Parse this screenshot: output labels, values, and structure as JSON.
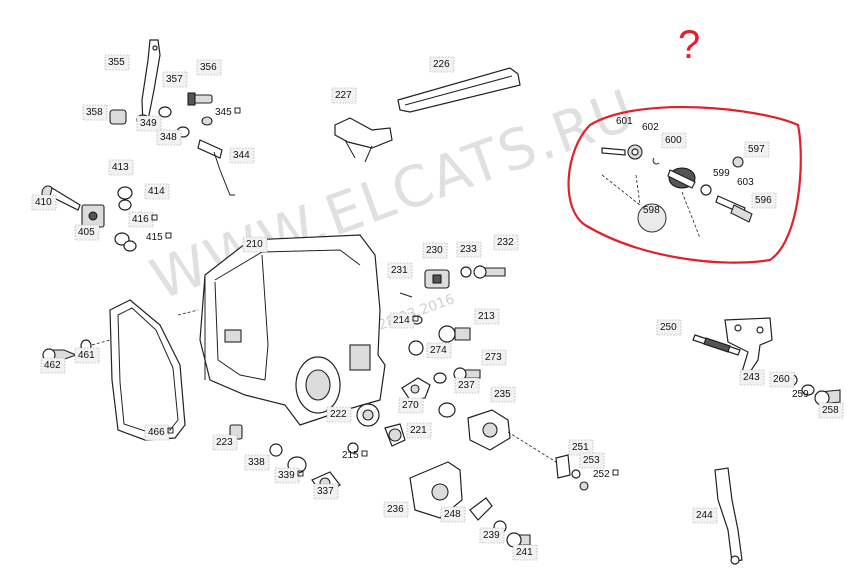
{
  "watermark": {
    "text": "WWW.ELCATS.RU",
    "date": "28.03.2016"
  },
  "annotation": {
    "question_mark": "?",
    "color": "#e0202a"
  },
  "callouts": [
    {
      "id": "355",
      "text": "355"
    },
    {
      "id": "357",
      "text": "357"
    },
    {
      "id": "356",
      "text": "356"
    },
    {
      "id": "358",
      "text": "358"
    },
    {
      "id": "349",
      "text": "349"
    },
    {
      "id": "345",
      "text": "345"
    },
    {
      "id": "348",
      "text": "348"
    },
    {
      "id": "344",
      "text": "344"
    },
    {
      "id": "413",
      "text": "413"
    },
    {
      "id": "410",
      "text": "410"
    },
    {
      "id": "414",
      "text": "414"
    },
    {
      "id": "405",
      "text": "405"
    },
    {
      "id": "416",
      "text": "416"
    },
    {
      "id": "415",
      "text": "415"
    },
    {
      "id": "226",
      "text": "226"
    },
    {
      "id": "227",
      "text": "227"
    },
    {
      "id": "601",
      "text": "601"
    },
    {
      "id": "602",
      "text": "602"
    },
    {
      "id": "600",
      "text": "600"
    },
    {
      "id": "597",
      "text": "597"
    },
    {
      "id": "599",
      "text": "599"
    },
    {
      "id": "603",
      "text": "603"
    },
    {
      "id": "596",
      "text": "596"
    },
    {
      "id": "598",
      "text": "598"
    },
    {
      "id": "210",
      "text": "210"
    },
    {
      "id": "230",
      "text": "230"
    },
    {
      "id": "233",
      "text": "233"
    },
    {
      "id": "232",
      "text": "232"
    },
    {
      "id": "231",
      "text": "231"
    },
    {
      "id": "214",
      "text": "214"
    },
    {
      "id": "213",
      "text": "213"
    },
    {
      "id": "274",
      "text": "274"
    },
    {
      "id": "273",
      "text": "273"
    },
    {
      "id": "237",
      "text": "237"
    },
    {
      "id": "235",
      "text": "235"
    },
    {
      "id": "270",
      "text": "270"
    },
    {
      "id": "222",
      "text": "222"
    },
    {
      "id": "221",
      "text": "221"
    },
    {
      "id": "250",
      "text": "250"
    },
    {
      "id": "243",
      "text": "243"
    },
    {
      "id": "260",
      "text": "260"
    },
    {
      "id": "259",
      "text": "259"
    },
    {
      "id": "258",
      "text": "258"
    },
    {
      "id": "462",
      "text": "462"
    },
    {
      "id": "461",
      "text": "461"
    },
    {
      "id": "466",
      "text": "466"
    },
    {
      "id": "223",
      "text": "223"
    },
    {
      "id": "338",
      "text": "338"
    },
    {
      "id": "339",
      "text": "339"
    },
    {
      "id": "337",
      "text": "337"
    },
    {
      "id": "215",
      "text": "215"
    },
    {
      "id": "236",
      "text": "236"
    },
    {
      "id": "248",
      "text": "248"
    },
    {
      "id": "239",
      "text": "239"
    },
    {
      "id": "241",
      "text": "241"
    },
    {
      "id": "251",
      "text": "251"
    },
    {
      "id": "253",
      "text": "253"
    },
    {
      "id": "252",
      "text": "252"
    },
    {
      "id": "244",
      "text": "244"
    }
  ]
}
